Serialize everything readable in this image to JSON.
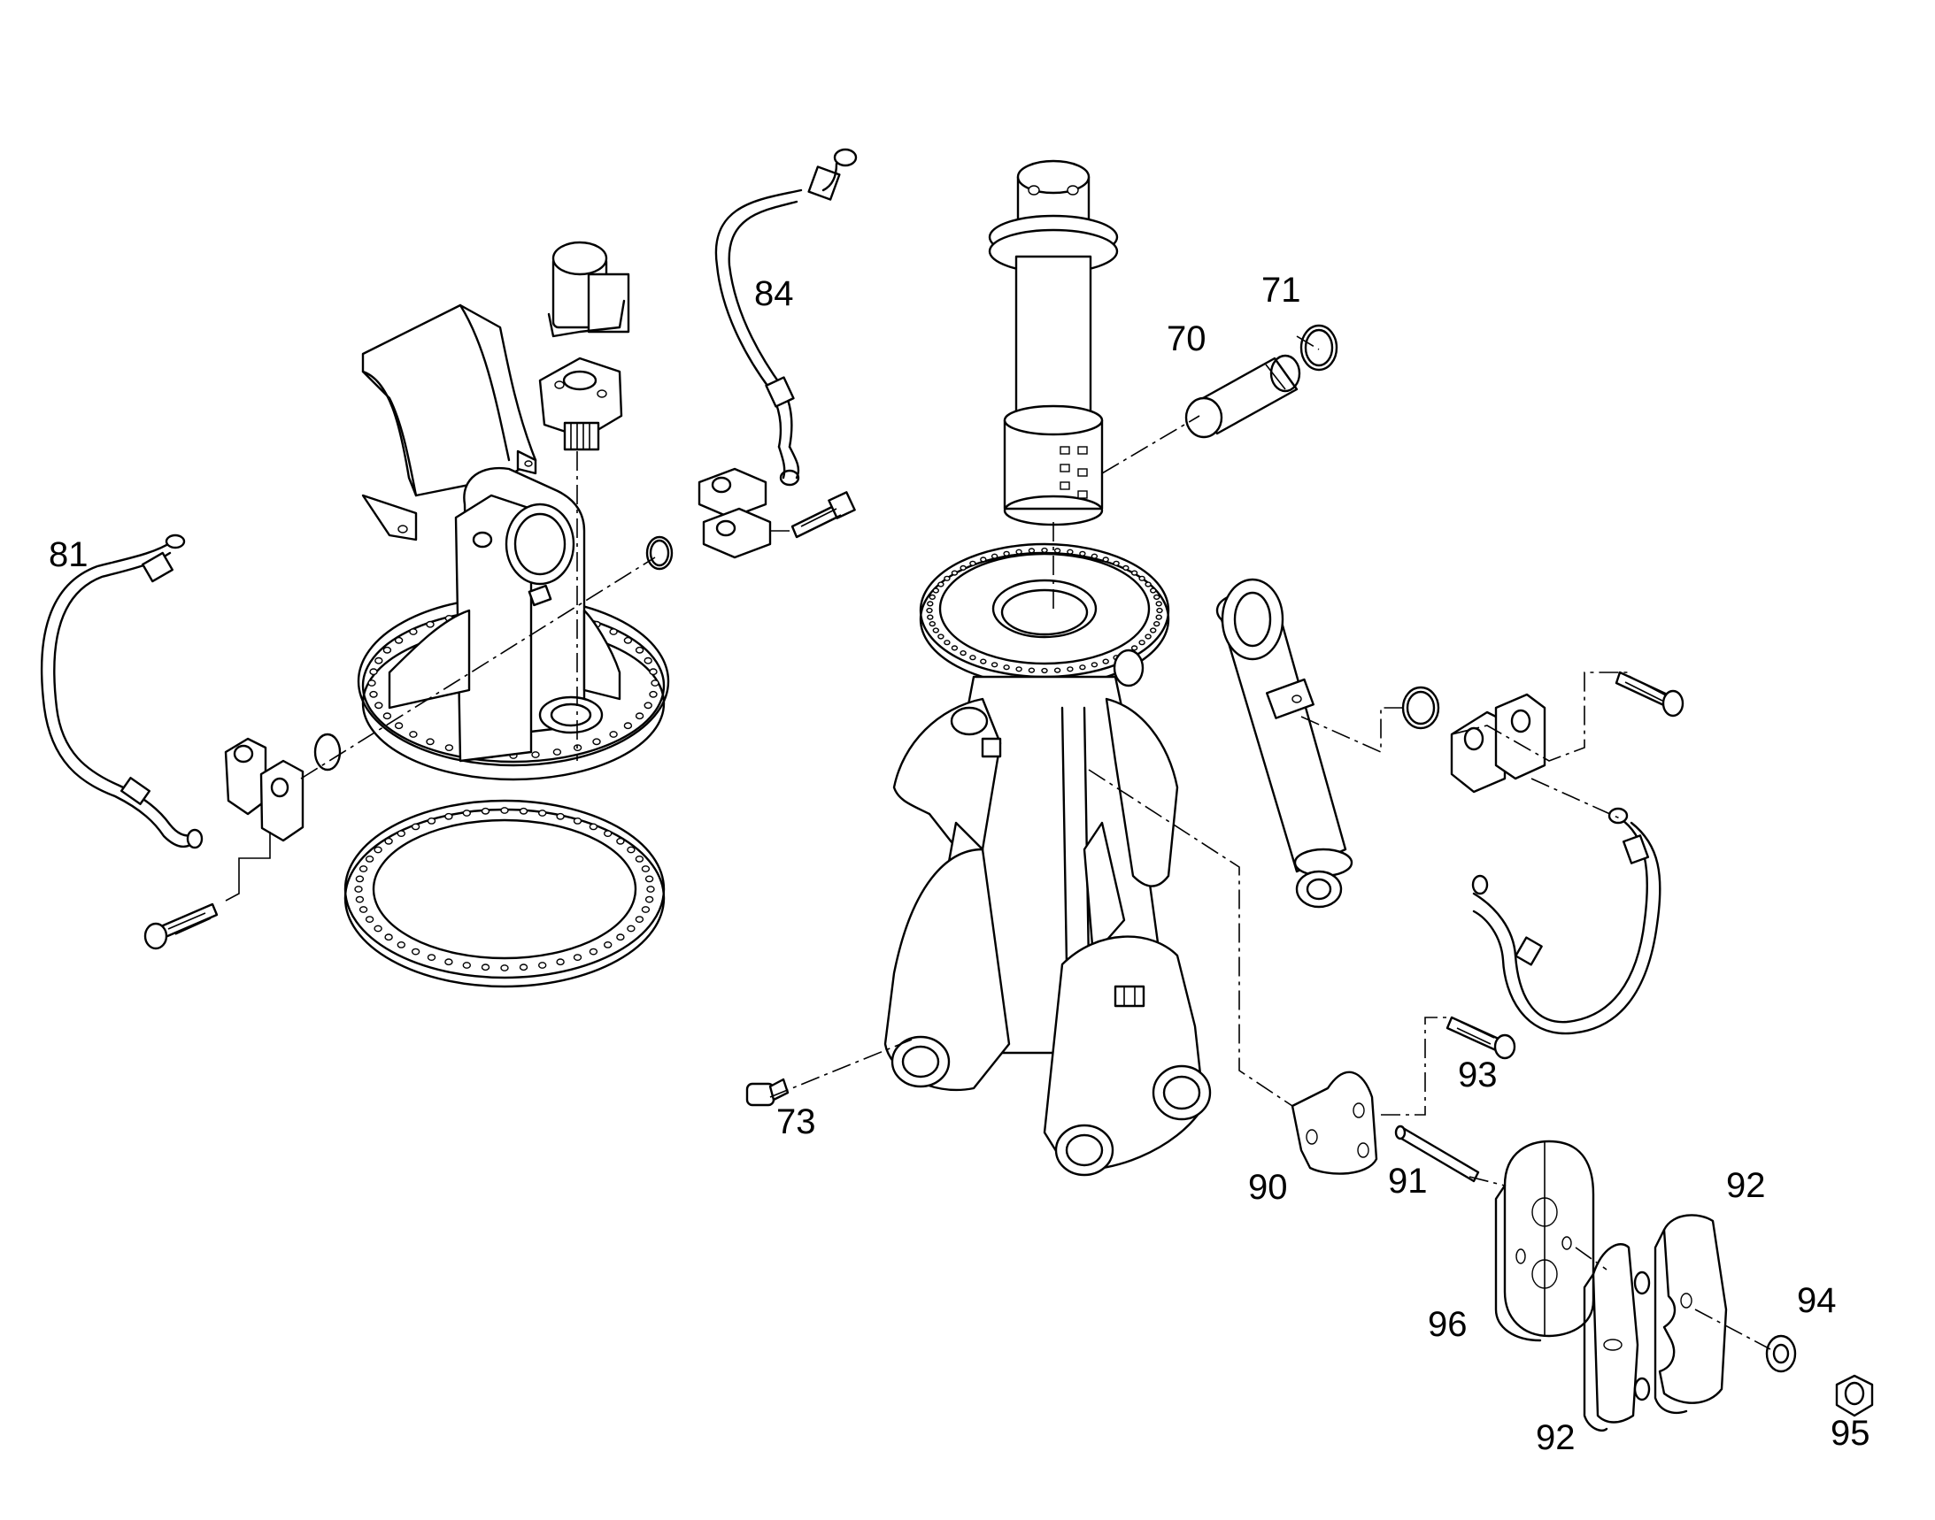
{
  "callouts": [
    {
      "id": "81",
      "label": "81"
    },
    {
      "id": "84",
      "label": "84"
    },
    {
      "id": "71",
      "label": "71"
    },
    {
      "id": "70",
      "label": "70"
    },
    {
      "id": "73",
      "label": "73"
    },
    {
      "id": "93",
      "label": "93"
    },
    {
      "id": "90",
      "label": "90"
    },
    {
      "id": "91",
      "label": "91"
    },
    {
      "id": "92a",
      "label": "92"
    },
    {
      "id": "96",
      "label": "96"
    },
    {
      "id": "94",
      "label": "94"
    },
    {
      "id": "92b",
      "label": "92"
    },
    {
      "id": "95",
      "label": "95"
    }
  ]
}
